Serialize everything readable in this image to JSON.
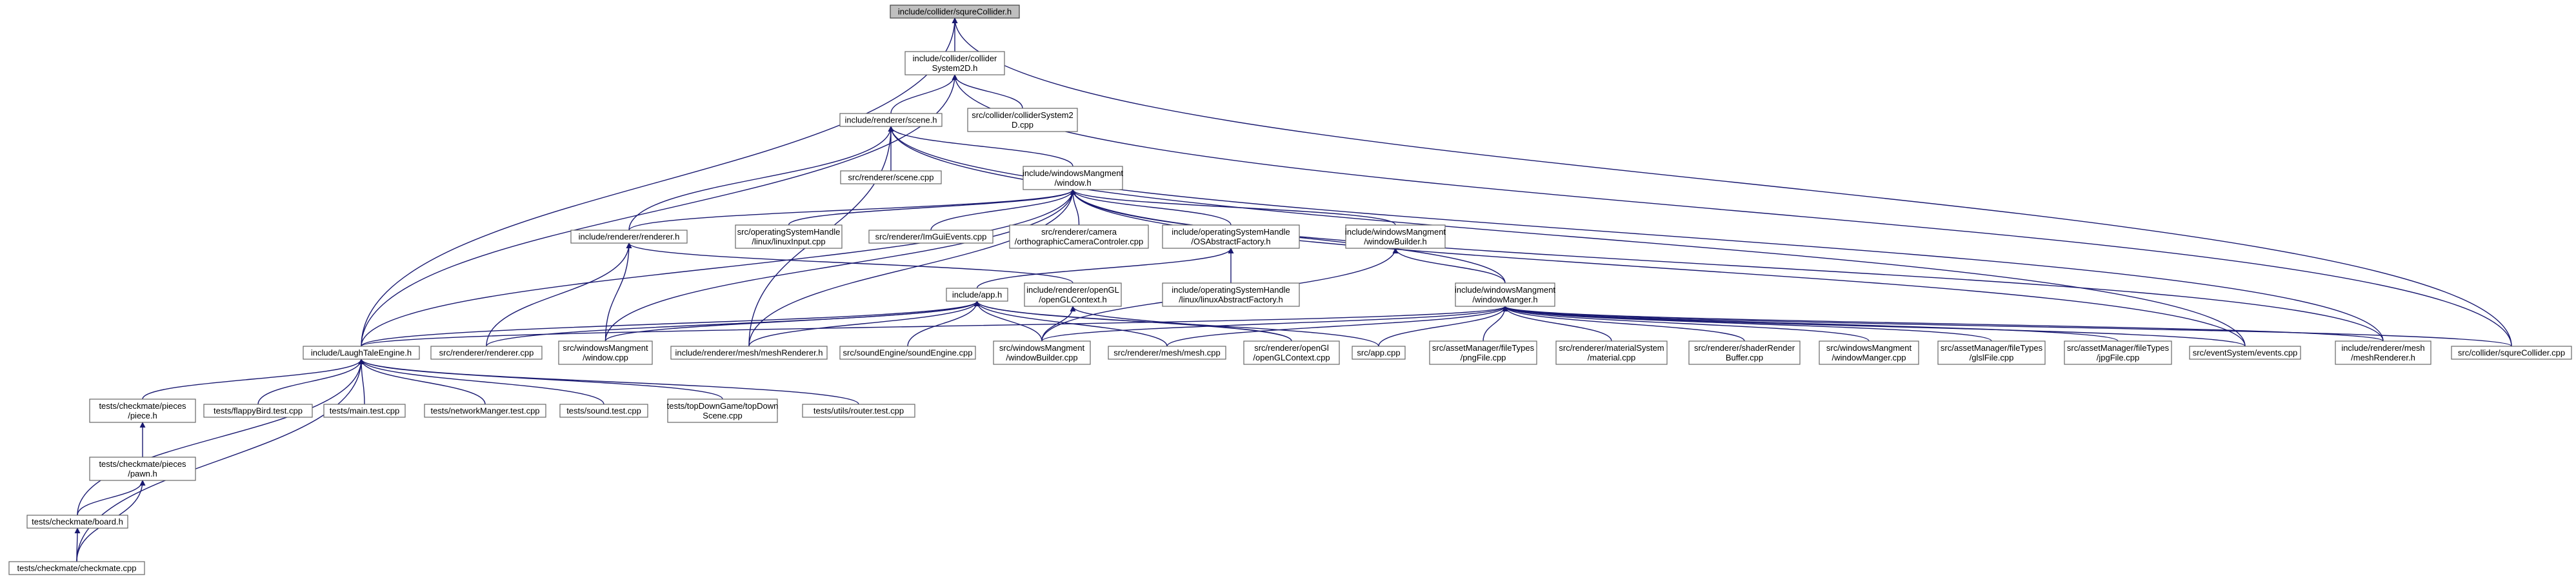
{
  "diagram": {
    "nodes": [
      {
        "id": "squre",
        "lines": [
          "include/collider/squreCollider.h"
        ],
        "root": true
      },
      {
        "id": "colsys",
        "lines": [
          "include/collider/collider",
          "System2D.h"
        ]
      },
      {
        "id": "scene",
        "lines": [
          "include/renderer/scene.h"
        ]
      },
      {
        "id": "colsyscpp",
        "lines": [
          "src/collider/colliderSystem2",
          "D.cpp"
        ]
      },
      {
        "id": "scenecpp",
        "lines": [
          "src/renderer/scene.cpp"
        ]
      },
      {
        "id": "window",
        "lines": [
          "include/windowsMangment",
          "/window.h"
        ]
      },
      {
        "id": "rendererh",
        "lines": [
          "include/renderer/renderer.h"
        ]
      },
      {
        "id": "linuxinput",
        "lines": [
          "src/operatingSystemHandle",
          "/linux/linuxInput.cpp"
        ]
      },
      {
        "id": "imgui",
        "lines": [
          "src/renderer/ImGuiEvents.cpp"
        ]
      },
      {
        "id": "ortho",
        "lines": [
          "src/renderer/camera",
          "/orthographicCameraControler.cpp"
        ]
      },
      {
        "id": "osfactory",
        "lines": [
          "include/operatingSystemHandle",
          "/OSAbstractFactory.h"
        ]
      },
      {
        "id": "wbuilderh",
        "lines": [
          "include/windowsMangment",
          "/windowBuilder.h"
        ]
      },
      {
        "id": "apph",
        "lines": [
          "include/app.h"
        ]
      },
      {
        "id": "openglh",
        "lines": [
          "include/renderer/openGL",
          "/openGLContext.h"
        ]
      },
      {
        "id": "linuxfactory",
        "lines": [
          "include/operatingSystemHandle",
          "/linux/linuxAbstractFactory.h"
        ]
      },
      {
        "id": "wmanagerh",
        "lines": [
          "include/windowsMangment",
          "/windowManger.h"
        ]
      },
      {
        "id": "engine",
        "lines": [
          "include/LaughTaleEngine.h"
        ]
      },
      {
        "id": "renderercpp",
        "lines": [
          "src/renderer/renderer.cpp"
        ]
      },
      {
        "id": "windowcpp",
        "lines": [
          "src/windowsMangment",
          "/window.cpp"
        ]
      },
      {
        "id": "meshrendh",
        "lines": [
          "include/renderer/mesh/meshRenderer.h"
        ]
      },
      {
        "id": "sound",
        "lines": [
          "src/soundEngine/soundEngine.cpp"
        ]
      },
      {
        "id": "wbuildercpp",
        "lines": [
          "src/windowsMangment",
          "/windowBuilder.cpp"
        ]
      },
      {
        "id": "meshcpp",
        "lines": [
          "src/renderer/mesh/mesh.cpp"
        ]
      },
      {
        "id": "openglcpp",
        "lines": [
          "src/renderer/openGl",
          "/openGLContext.cpp"
        ]
      },
      {
        "id": "appcpp",
        "lines": [
          "src/app.cpp"
        ]
      },
      {
        "id": "png",
        "lines": [
          "src/assetManager/fileTypes",
          "/pngFile.cpp"
        ]
      },
      {
        "id": "material",
        "lines": [
          "src/renderer/materialSystem",
          "/material.cpp"
        ]
      },
      {
        "id": "shaderbuf",
        "lines": [
          "src/renderer/shaderRender",
          "Buffer.cpp"
        ]
      },
      {
        "id": "wmanagercpp",
        "lines": [
          "src/windowsMangment",
          "/windowManger.cpp"
        ]
      },
      {
        "id": "glsl",
        "lines": [
          "src/assetManager/fileTypes",
          "/glslFile.cpp"
        ]
      },
      {
        "id": "jpg",
        "lines": [
          "src/assetManager/fileTypes",
          "/jpgFile.cpp"
        ]
      },
      {
        "id": "events",
        "lines": [
          "src/eventSystem/events.cpp"
        ]
      },
      {
        "id": "meshrend2",
        "lines": [
          "include/renderer/mesh",
          "/meshRenderer.h"
        ]
      },
      {
        "id": "squrecpp",
        "lines": [
          "src/collider/squreCollider.cpp"
        ]
      },
      {
        "id": "pieceh",
        "lines": [
          "tests/checkmate/pieces",
          "/piece.h"
        ]
      },
      {
        "id": "flappy",
        "lines": [
          "tests/flappyBird.test.cpp"
        ]
      },
      {
        "id": "maintest",
        "lines": [
          "tests/main.test.cpp"
        ]
      },
      {
        "id": "nettest",
        "lines": [
          "tests/networkManger.test.cpp"
        ]
      },
      {
        "id": "soundtest",
        "lines": [
          "tests/sound.test.cpp"
        ]
      },
      {
        "id": "topdown",
        "lines": [
          "tests/topDownGame/topDown",
          "Scene.cpp"
        ]
      },
      {
        "id": "router",
        "lines": [
          "tests/utils/router.test.cpp"
        ]
      },
      {
        "id": "pawnh",
        "lines": [
          "tests/checkmate/pieces",
          "/pawn.h"
        ]
      },
      {
        "id": "boardh",
        "lines": [
          "tests/checkmate/board.h"
        ]
      },
      {
        "id": "checkmatecpp",
        "lines": [
          "tests/checkmate/checkmate.cpp"
        ]
      }
    ],
    "edges": [
      [
        "colsys",
        "squre"
      ],
      [
        "engine",
        "squre"
      ],
      [
        "squrecpp",
        "squre"
      ],
      [
        "scene",
        "colsys"
      ],
      [
        "colsyscpp",
        "colsys"
      ],
      [
        "engine",
        "colsys"
      ],
      [
        "squrecpp",
        "colsys"
      ],
      [
        "scenecpp",
        "scene"
      ],
      [
        "window",
        "scene"
      ],
      [
        "rendererh",
        "scene"
      ],
      [
        "meshrendh",
        "scene"
      ],
      [
        "events",
        "scene"
      ],
      [
        "meshrend2",
        "scene"
      ],
      [
        "rendererh",
        "window"
      ],
      [
        "linuxinput",
        "window"
      ],
      [
        "imgui",
        "window"
      ],
      [
        "ortho",
        "window"
      ],
      [
        "osfactory",
        "window"
      ],
      [
        "wbuilderh",
        "window"
      ],
      [
        "wmanagerh",
        "window"
      ],
      [
        "engine",
        "window"
      ],
      [
        "windowcpp",
        "window"
      ],
      [
        "meshrendh",
        "window"
      ],
      [
        "events",
        "window"
      ],
      [
        "meshrend2",
        "window"
      ],
      [
        "renderercpp",
        "rendererh"
      ],
      [
        "windowcpp",
        "rendererh"
      ],
      [
        "openglh",
        "rendererh"
      ],
      [
        "apph",
        "osfactory"
      ],
      [
        "linuxfactory",
        "osfactory"
      ],
      [
        "wmanagerh",
        "wbuilderh"
      ],
      [
        "wbuildercpp",
        "wbuilderh"
      ],
      [
        "engine",
        "apph"
      ],
      [
        "renderercpp",
        "apph"
      ],
      [
        "windowcpp",
        "apph"
      ],
      [
        "meshrendh",
        "apph"
      ],
      [
        "sound",
        "apph"
      ],
      [
        "wbuildercpp",
        "apph"
      ],
      [
        "meshcpp",
        "apph"
      ],
      [
        "openglcpp",
        "apph"
      ],
      [
        "appcpp",
        "apph"
      ],
      [
        "wbuildercpp",
        "openglh"
      ],
      [
        "openglcpp",
        "openglh"
      ],
      [
        "engine",
        "wmanagerh"
      ],
      [
        "wbuildercpp",
        "wmanagerh"
      ],
      [
        "meshcpp",
        "wmanagerh"
      ],
      [
        "appcpp",
        "wmanagerh"
      ],
      [
        "png",
        "wmanagerh"
      ],
      [
        "material",
        "wmanagerh"
      ],
      [
        "shaderbuf",
        "wmanagerh"
      ],
      [
        "wmanagercpp",
        "wmanagerh"
      ],
      [
        "glsl",
        "wmanagerh"
      ],
      [
        "jpg",
        "wmanagerh"
      ],
      [
        "events",
        "wmanagerh"
      ],
      [
        "meshrend2",
        "wmanagerh"
      ],
      [
        "squrecpp",
        "wmanagerh"
      ],
      [
        "pieceh",
        "engine"
      ],
      [
        "flappy",
        "engine"
      ],
      [
        "maintest",
        "engine"
      ],
      [
        "nettest",
        "engine"
      ],
      [
        "soundtest",
        "engine"
      ],
      [
        "topdown",
        "engine"
      ],
      [
        "router",
        "engine"
      ],
      [
        "boardh",
        "engine"
      ],
      [
        "checkmatecpp",
        "engine"
      ],
      [
        "pawnh",
        "pieceh"
      ],
      [
        "boardh",
        "pawnh"
      ],
      [
        "checkmatecpp",
        "pawnh"
      ],
      [
        "checkmatecpp",
        "boardh"
      ]
    ]
  }
}
